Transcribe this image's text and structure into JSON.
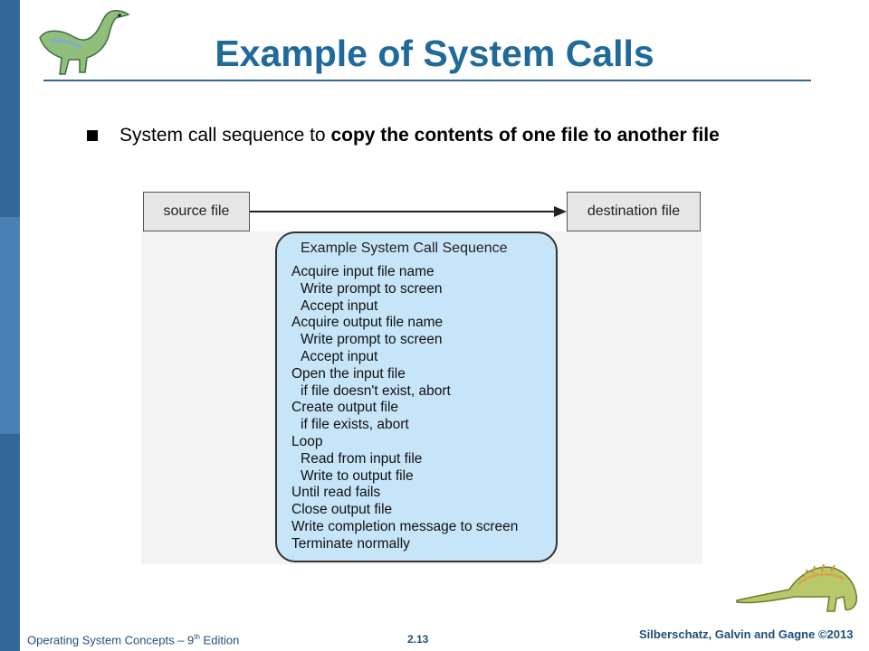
{
  "slide": {
    "title": "Example of System Calls",
    "bullet": {
      "text_plain": "System call sequence to ",
      "text_bold": "copy the contents of one file to another file"
    }
  },
  "diagram": {
    "source_label": "source file",
    "destination_label": "destination  file",
    "sequence_title": "Example System Call Sequence",
    "steps": [
      {
        "text": "Acquire input file name",
        "indent": false
      },
      {
        "text": "Write prompt to screen",
        "indent": true
      },
      {
        "text": "Accept input",
        "indent": true
      },
      {
        "text": "Acquire output file name",
        "indent": false
      },
      {
        "text": "Write prompt to screen",
        "indent": true
      },
      {
        "text": "Accept input",
        "indent": true
      },
      {
        "text": "Open the input file",
        "indent": false
      },
      {
        "text": "if file doesn't exist, abort",
        "indent": true
      },
      {
        "text": "Create output file",
        "indent": false
      },
      {
        "text": "if file exists, abort",
        "indent": true
      },
      {
        "text": "Loop",
        "indent": false
      },
      {
        "text": "Read from input file",
        "indent": true
      },
      {
        "text": "Write to output file",
        "indent": true
      },
      {
        "text": "Until read fails",
        "indent": false
      },
      {
        "text": "Close output file",
        "indent": false
      },
      {
        "text": "Write completion message to screen",
        "indent": false
      },
      {
        "text": "Terminate normally",
        "indent": false
      }
    ]
  },
  "footer": {
    "left_prefix": "Operating System Concepts – 9",
    "left_sup": "th",
    "left_suffix": " Edition",
    "page": "2.13",
    "right": "Silberschatz, Galvin and Gagne ©2013"
  },
  "colors": {
    "title": "#1f6a9b",
    "sidebar": "#336699",
    "sequence_box": "#c7e5f8"
  },
  "icons": [
    "dinosaur-logo-icon",
    "dinosaur-footer-icon",
    "bullet-square-icon"
  ]
}
